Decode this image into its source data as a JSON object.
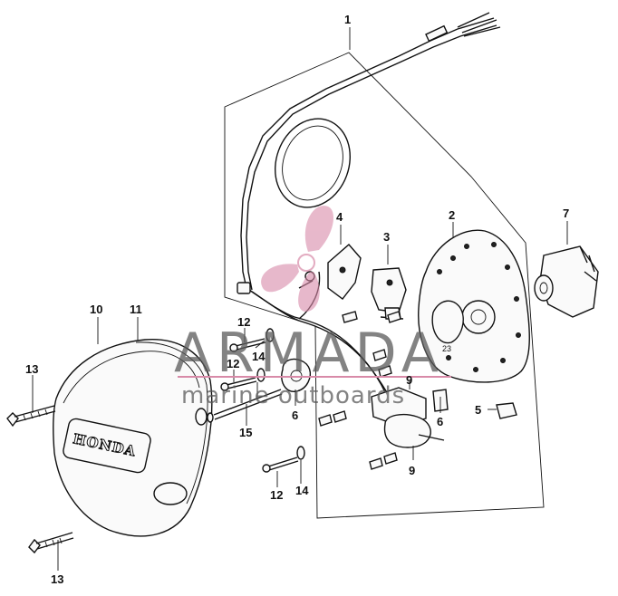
{
  "callouts": [
    {
      "id": "c1",
      "label": "1"
    },
    {
      "id": "c2",
      "label": "2"
    },
    {
      "id": "c3",
      "label": "3"
    },
    {
      "id": "c4",
      "label": "4"
    },
    {
      "id": "c5",
      "label": "5"
    },
    {
      "id": "c6a",
      "label": "6"
    },
    {
      "id": "c6b",
      "label": "6"
    },
    {
      "id": "c7",
      "label": "7"
    },
    {
      "id": "c9a",
      "label": "9"
    },
    {
      "id": "c9b",
      "label": "9"
    },
    {
      "id": "c10",
      "label": "10"
    },
    {
      "id": "c11",
      "label": "11"
    },
    {
      "id": "c12a",
      "label": "12"
    },
    {
      "id": "c12b",
      "label": "12"
    },
    {
      "id": "c12c",
      "label": "12"
    },
    {
      "id": "c13a",
      "label": "13"
    },
    {
      "id": "c13b",
      "label": "13"
    },
    {
      "id": "c14a",
      "label": "14"
    },
    {
      "id": "c14b",
      "label": "14"
    },
    {
      "id": "c15",
      "label": "15"
    }
  ],
  "cover_logo": "HONDA",
  "plate_marking": "23",
  "watermark": {
    "name": "ARMADA",
    "tagline": "marine outboards",
    "accent_color": "#d88aa8",
    "text_color": "#5a5a5a"
  }
}
